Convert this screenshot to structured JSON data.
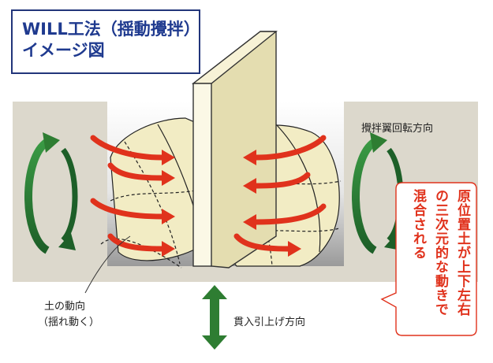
{
  "title": {
    "line1": "WILL工法（揺動攪拌）",
    "line2": "イメージ図"
  },
  "labels": {
    "rotation_direction": "攪拌翼回転方向",
    "soil_movement_line1": "土の動向",
    "soil_movement_line2": "（揺れ動く）",
    "penetration_direction": "貫入引上げ方向"
  },
  "callout": {
    "column1": "原位置土が上下左右",
    "column2": "の三次元的な動きで",
    "column3": "混合される"
  },
  "colors": {
    "accent_red": "#e0321c",
    "green_arrow": "#2e7d32",
    "title_blue": "#1f3a8f",
    "ground": "#dcd8cc",
    "blade": "#f2ecc4"
  }
}
